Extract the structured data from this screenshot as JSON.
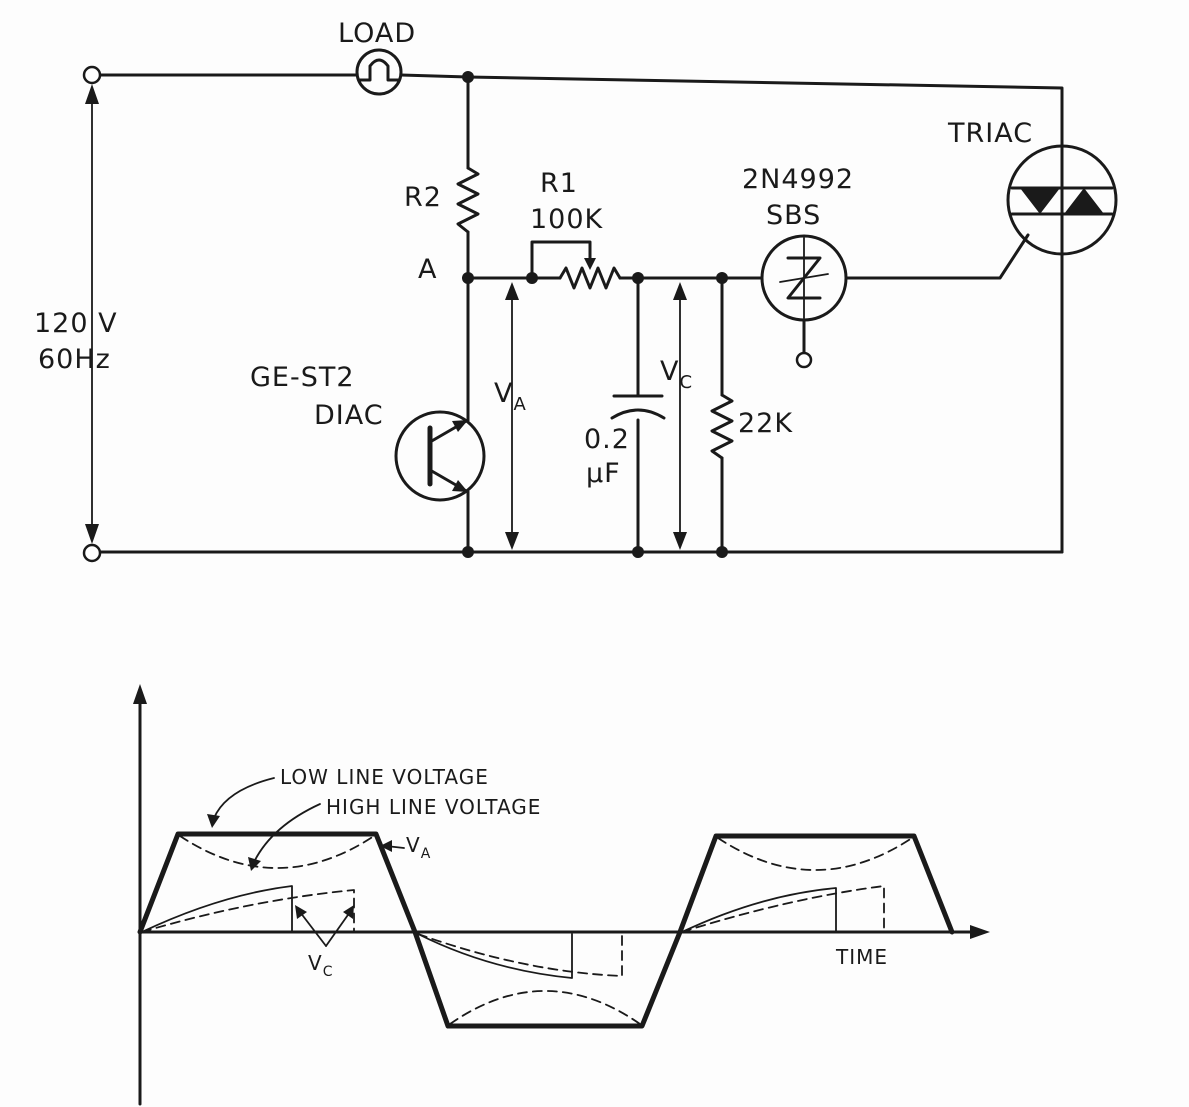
{
  "circuit": {
    "load_label": "LOAD",
    "source_label_line1": "120 V",
    "source_label_line2": "60Hz",
    "r2_label": "R2",
    "node_a_label": "A",
    "r1_label": "R1",
    "r1_value": "100K",
    "sbs_part": "2N4992",
    "sbs_label": "SBS",
    "triac_label": "TRIAC",
    "diac_part": "GE-ST2",
    "diac_label": "DIAC",
    "va_main": "V",
    "va_sub": "A",
    "vc_main": "V",
    "vc_sub": "C",
    "cap_value_line1": "0.2",
    "cap_value_line2": "µF",
    "r22k_label": "22K"
  },
  "graph": {
    "low_line_label": "LOW LINE VOLTAGE",
    "high_line_label": "HIGH LINE VOLTAGE",
    "va_main": "V",
    "va_sub": "A",
    "vc_main": "V",
    "vc_sub": "C",
    "time_label": "TIME"
  }
}
